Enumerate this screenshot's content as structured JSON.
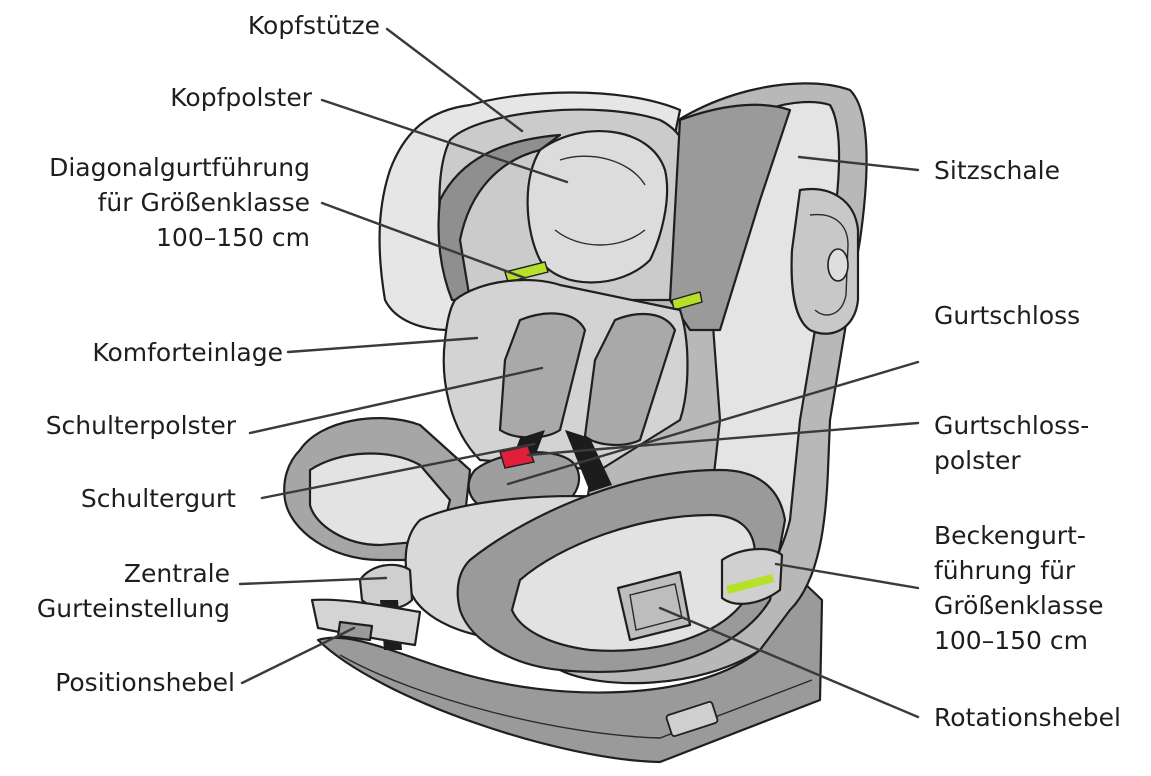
{
  "colors": {
    "light_fabric": "#e6e6e6",
    "mid_fabric": "#b4b4b4",
    "dark_fabric": "#8f8f8f",
    "outline": "#1f1f1f",
    "accent_green": "#b6e02a",
    "buckle_red": "#e0203a",
    "strap": "#1c1c1c"
  },
  "labels": {
    "kopfstuetze": "Kopfstütze",
    "kopfpolster": "Kopfpolster",
    "diagonalgurt": "Diagonalgurtführung\nfür Größenklasse\n100–150 cm",
    "komforteinlage": "Komforteinlage",
    "schulterpolster": "Schulterpolster",
    "schultergurt": "Schultergurt",
    "zentrale": "Zentrale\nGurteinstellung",
    "positionshebel": "Positionshebel",
    "sitzschale": "Sitzschale",
    "gurtschloss": "Gurtschloss",
    "gurtschlosspolster": "Gurtschloss-\npolster",
    "beckengurt": "Beckengurt-\nführung für\nGrößenklasse\n100–150 cm",
    "rotationshebel": "Rotationshebel"
  }
}
